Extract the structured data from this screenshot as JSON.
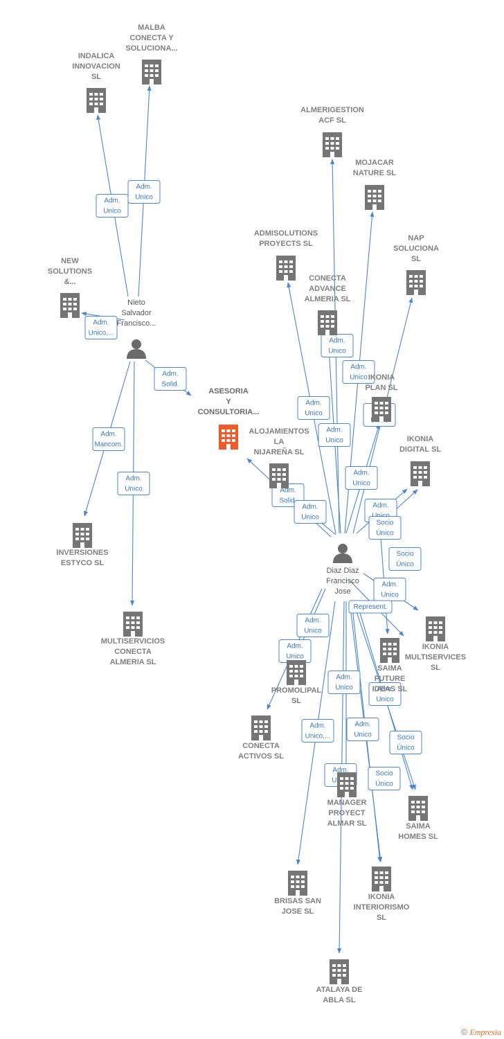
{
  "colors": {
    "edge": "#4a86d4",
    "building": "#757575",
    "main_building": "#f05a2b",
    "person": "#6b6b6b"
  },
  "nodes": [
    {
      "id": "asesoria",
      "kind": "main",
      "label": [
        "ASESORIA",
        "Y",
        "CONSULTORIA..."
      ]
    },
    {
      "id": "nieto",
      "kind": "person",
      "label": [
        "Nieto",
        "Salvador",
        "Francisco..."
      ]
    },
    {
      "id": "diaz",
      "kind": "person",
      "label": [
        "Diaz Diaz",
        "Francisco",
        "Jose"
      ]
    },
    {
      "id": "malba",
      "kind": "company",
      "label": [
        "MALBA",
        "CONECTA Y",
        "SOLUCIONA..."
      ]
    },
    {
      "id": "indalica",
      "kind": "company",
      "label": [
        "INDALICA",
        "INNOVACION",
        "SL"
      ]
    },
    {
      "id": "newsol",
      "kind": "company",
      "label": [
        "NEW",
        "SOLUTIONS",
        "&..."
      ]
    },
    {
      "id": "inversiones",
      "kind": "company",
      "label": [
        "INVERSIONES",
        "ESTYCO SL"
      ]
    },
    {
      "id": "multiservicios",
      "kind": "company",
      "label": [
        "MULTISERVICIOS",
        "CONECTA",
        "ALMERIA  SL"
      ]
    },
    {
      "id": "almerigestion",
      "kind": "company",
      "label": [
        "ALMERIGESTION",
        "ACF SL"
      ]
    },
    {
      "id": "mojacar",
      "kind": "company",
      "label": [
        "MOJACAR",
        "NATURE  SL"
      ]
    },
    {
      "id": "admisolutions",
      "kind": "company",
      "label": [
        "ADMISOLUTIONS",
        "PROYECTS  SL"
      ]
    },
    {
      "id": "nap",
      "kind": "company",
      "label": [
        "NAP",
        "SOLUCIONA",
        "SL"
      ]
    },
    {
      "id": "conectaadv",
      "kind": "company",
      "label": [
        "CONECTA",
        "ADVANCE",
        "ALMERIA  SL"
      ]
    },
    {
      "id": "ikoniaplan",
      "kind": "company",
      "label": [
        "IKONIA",
        "PLAN  SL"
      ]
    },
    {
      "id": "alojamientos",
      "kind": "company",
      "label": [
        "ALOJAMIENTOS",
        "LA",
        "NIJAREÑA  SL"
      ]
    },
    {
      "id": "ikoniadigital",
      "kind": "company",
      "label": [
        "IKONIA",
        "DIGITAL  SL"
      ]
    },
    {
      "id": "ikoniamulti",
      "kind": "company",
      "label": [
        "IKONIA",
        "MULTISERVICES",
        "SL"
      ]
    },
    {
      "id": "saimafuture",
      "kind": "company",
      "label": [
        "SAIMA",
        "FUTURE",
        "IDEAS  SL"
      ]
    },
    {
      "id": "promolipal",
      "kind": "company",
      "label": [
        "PROMOLIPAL",
        "SL"
      ]
    },
    {
      "id": "conectaactivos",
      "kind": "company",
      "label": [
        "CONECTA",
        "ACTIVOS  SL"
      ]
    },
    {
      "id": "manager",
      "kind": "company",
      "label": [
        "MANAGER",
        "PROYECT",
        "ALMAR  SL"
      ]
    },
    {
      "id": "saimahomes",
      "kind": "company",
      "label": [
        "SAIMA",
        "HOMES  SL"
      ]
    },
    {
      "id": "brisas",
      "kind": "company",
      "label": [
        "BRISAS SAN",
        "JOSE  SL"
      ]
    },
    {
      "id": "ikoniainter",
      "kind": "company",
      "label": [
        "IKONIA",
        "INTERIORISMO",
        "SL"
      ]
    },
    {
      "id": "atalaya",
      "kind": "company",
      "label": [
        "ATALAYA DE",
        "ABLA  SL"
      ]
    }
  ],
  "edges": [
    {
      "from": "nieto",
      "to": "malba",
      "label": [
        "Adm.",
        "Unico"
      ]
    },
    {
      "from": "nieto",
      "to": "indalica",
      "label": [
        "Adm.",
        "Unico"
      ]
    },
    {
      "from": "nieto",
      "to": "newsol",
      "label": [
        "Adm.",
        "Unico,..."
      ]
    },
    {
      "from": "nieto",
      "to": "asesoria",
      "label": [
        "Adm.",
        "Solid."
      ]
    },
    {
      "from": "nieto",
      "to": "inversiones",
      "label": [
        "Adm.",
        "Mancom."
      ]
    },
    {
      "from": "nieto",
      "to": "multiservicios",
      "label": [
        "Adm.",
        "Unico"
      ]
    },
    {
      "from": "diaz",
      "to": "almerigestion",
      "label": [
        "Adm.",
        "Unico"
      ]
    },
    {
      "from": "diaz",
      "to": "mojacar",
      "label": [
        "Adm.",
        "Unico"
      ]
    },
    {
      "from": "diaz",
      "to": "admisolutions",
      "label": [
        "Adm.",
        "Unico"
      ]
    },
    {
      "from": "diaz",
      "to": "nap",
      "label": [
        "Adm.",
        "Unico"
      ]
    },
    {
      "from": "diaz",
      "to": "conectaadv",
      "label": [
        "Adm.",
        "Unico"
      ]
    },
    {
      "from": "diaz",
      "to": "ikoniaplan",
      "label": [
        "Adm.",
        "Unico"
      ]
    },
    {
      "from": "diaz",
      "to": "asesoria",
      "label": [
        "Adm.",
        "Solid."
      ]
    },
    {
      "from": "diaz",
      "to": "alojamientos",
      "label": [
        "Adm.",
        "Unico"
      ]
    },
    {
      "from": "diaz",
      "to": "ikoniadigital",
      "label": [
        "Adm.",
        "Unico"
      ]
    },
    {
      "from": "diaz",
      "to": "ikoniadigital",
      "label": [
        "Socio",
        "Único"
      ]
    },
    {
      "from": "diaz",
      "to": "ikoniamulti",
      "label": [
        "Adm.",
        "Unico"
      ]
    },
    {
      "from": "diaz",
      "to": "saimafuture",
      "label": [
        "Represent."
      ]
    },
    {
      "from": "diaz",
      "to": "saimafuture",
      "label": [
        "Socio",
        "Único"
      ]
    },
    {
      "from": "diaz",
      "to": "promolipal",
      "label": [
        "Adm.",
        "Unico"
      ]
    },
    {
      "from": "diaz",
      "to": "conectaactivos",
      "label": [
        "Adm.",
        "Unico"
      ]
    },
    {
      "from": "diaz",
      "to": "manager",
      "label": [
        "Adm.",
        "Unico"
      ]
    },
    {
      "from": "diaz",
      "to": "saimahomes",
      "label": [
        "Adm.",
        "Unico"
      ]
    },
    {
      "from": "diaz",
      "to": "saimahomes",
      "label": [
        "Socio",
        "Único"
      ]
    },
    {
      "from": "diaz",
      "to": "brisas",
      "label": [
        "Adm.",
        "Unico,..."
      ]
    },
    {
      "from": "diaz",
      "to": "ikoniainter",
      "label": [
        "Adm.",
        "Unico"
      ]
    },
    {
      "from": "diaz",
      "to": "ikoniainter",
      "label": [
        "Socio",
        "Único"
      ]
    },
    {
      "from": "diaz",
      "to": "atalaya",
      "label": [
        "Adm.",
        "Unico"
      ]
    }
  ],
  "footer": {
    "copyright_symbol": "©",
    "brand": "Empresia"
  }
}
